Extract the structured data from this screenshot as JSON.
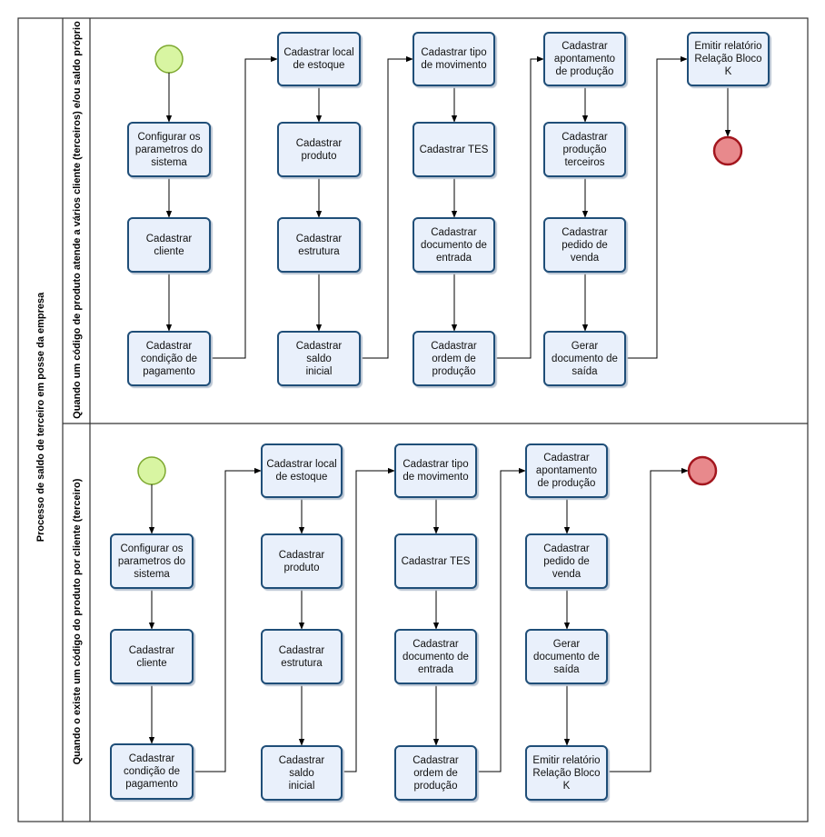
{
  "pool": {
    "title": "Processo de saldo de terceiro em posse da empresa",
    "lanes": [
      {
        "title": "Quando um código de produto atende a vários cliente (terceiros) e/ou saldo próprio"
      },
      {
        "title": "Quando o existe um código do produto por cliente (terceiro)"
      }
    ]
  },
  "lane1_tasks": [
    "Configurar os\nparametros do\nsistema",
    "Cadastrar\ncliente",
    "Cadastrar\ncondição de\npagamento",
    "Cadastrar local\nde estoque",
    "Cadastrar\nproduto",
    "Cadastrar\nestrutura",
    "Cadastrar saldo\ninicial",
    "Cadastrar tipo\nde movimento",
    "Cadastrar TES",
    "Cadastrar\ndocumento de\nentrada",
    "Cadastrar\nordem de\nprodução",
    "Cadastrar\napontamento\nde produção",
    "Cadastrar\nprodução\nterceiros",
    "Cadastrar\npedido de\nvenda",
    "Gerar\ndocumento de\nsaída",
    "Emitir relatório\nRelação Bloco\nK"
  ],
  "lane2_tasks": [
    "Configurar os\nparametros do\nsistema",
    "Cadastrar\ncliente",
    "Cadastrar\ncondição de\npagamento",
    "Cadastrar local\nde estoque",
    "Cadastrar\nproduto",
    "Cadastrar\nestrutura",
    "Cadastrar saldo\ninicial",
    "Cadastrar tipo\nde movimento",
    "Cadastrar TES",
    "Cadastrar\ndocumento de\nentrada",
    "Cadastrar\nordem de\nprodução",
    "Cadastrar\napontamento\nde produção",
    "Cadastrar\npedido de\nvenda",
    "Gerar\ndocumento de\nsaída",
    "Emitir relatório\nRelação Bloco\nK"
  ],
  "colors": {
    "task_fill": "#e9f0fb",
    "task_border": "#1f4e78",
    "start_fill": "#d8f5a2",
    "start_border": "#7da82f",
    "end_fill": "#e8898c",
    "end_border": "#a3161e",
    "line": "#000000"
  }
}
